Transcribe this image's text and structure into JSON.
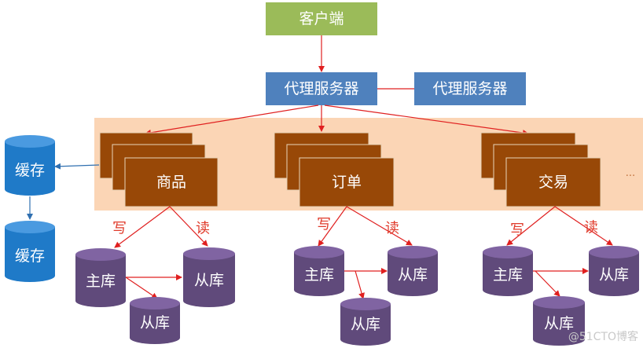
{
  "client": {
    "label": "客户端",
    "color": "#9bbb59"
  },
  "proxies": [
    {
      "label": "代理服务器",
      "color": "#4f81bd"
    },
    {
      "label": "代理服务器",
      "color": "#4f81bd"
    }
  ],
  "band_color": "#fbd5b5",
  "services": [
    {
      "label": "商品",
      "write_label": "写",
      "read_label": "读",
      "master": "主库",
      "slaves": [
        "从库",
        "从库"
      ]
    },
    {
      "label": "订单",
      "write_label": "写",
      "read_label": "读",
      "master": "主库",
      "slaves": [
        "从库",
        "从库"
      ]
    },
    {
      "label": "交易",
      "write_label": "写",
      "read_label": "读",
      "master": "主库",
      "slaves": [
        "从库",
        "从库"
      ]
    }
  ],
  "ellipsis": "...",
  "caches": [
    {
      "label": "缓存"
    },
    {
      "label": "缓存"
    }
  ],
  "colors": {
    "service": "#984807",
    "db": "#604a7b",
    "cache": "#1f7ac8",
    "arrow_red": "#e02020",
    "arrow_blue": "#2f6fb0"
  },
  "watermark": "@51CTO博客"
}
